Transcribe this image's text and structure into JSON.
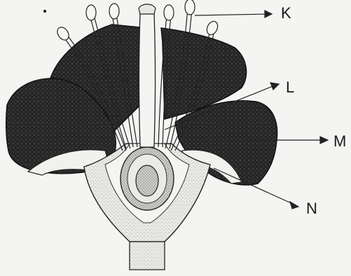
{
  "diagram": {
    "labels": [
      {
        "id": "K",
        "text": "K"
      },
      {
        "id": "L",
        "text": "L"
      },
      {
        "id": "M",
        "text": "M"
      },
      {
        "id": "N",
        "text": "N"
      }
    ]
  }
}
